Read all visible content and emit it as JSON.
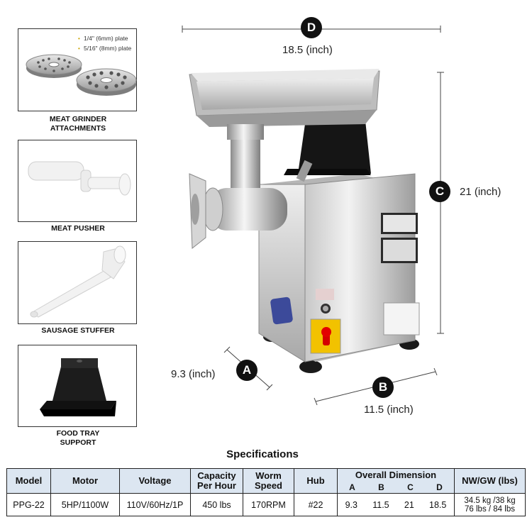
{
  "attachments": {
    "plate_1_label": "1/4\" (6mm) plate",
    "plate_2_label": "5/16\" (8mm) plate",
    "grinder_caption_1": "MEAT GRINDER",
    "grinder_caption_2": "ATTACHMENTS",
    "pusher_caption": "MEAT PUSHER",
    "stuffer_caption": "SAUSAGE STUFFER",
    "tray_caption_1": "FOOD TRAY",
    "tray_caption_2": "SUPPORT"
  },
  "dimensions": {
    "d_letter": "D",
    "d_text": "18.5 (inch)",
    "c_letter": "C",
    "c_text": "21 (inch)",
    "a_letter": "A",
    "a_text": "9.3 (inch)",
    "b_letter": "B",
    "b_text": "11.5 (inch)"
  },
  "specs": {
    "title": "Specifications",
    "headers": {
      "model": "Model",
      "motor": "Motor",
      "voltage": "Voltage",
      "capacity_1": "Capacity",
      "capacity_2": "Per Hour",
      "worm_1": "Worm",
      "worm_2": "Speed",
      "hub": "Hub",
      "overall": "Overall Dimension",
      "a": "A",
      "b": "B",
      "c": "C",
      "d": "D",
      "weight": "NW/GW (lbs)"
    },
    "values": {
      "model": "PPG-22",
      "motor": "5HP/1100W",
      "voltage": "110V/60Hz/1P",
      "capacity": "450 lbs",
      "worm": "170RPM",
      "hub": "#22",
      "a": "9.3",
      "b": "11.5",
      "c": "21",
      "d": "18.5",
      "weight_kg": "34.5 kg /38 kg",
      "weight_lbs": "76 lbs / 84 lbs"
    }
  }
}
